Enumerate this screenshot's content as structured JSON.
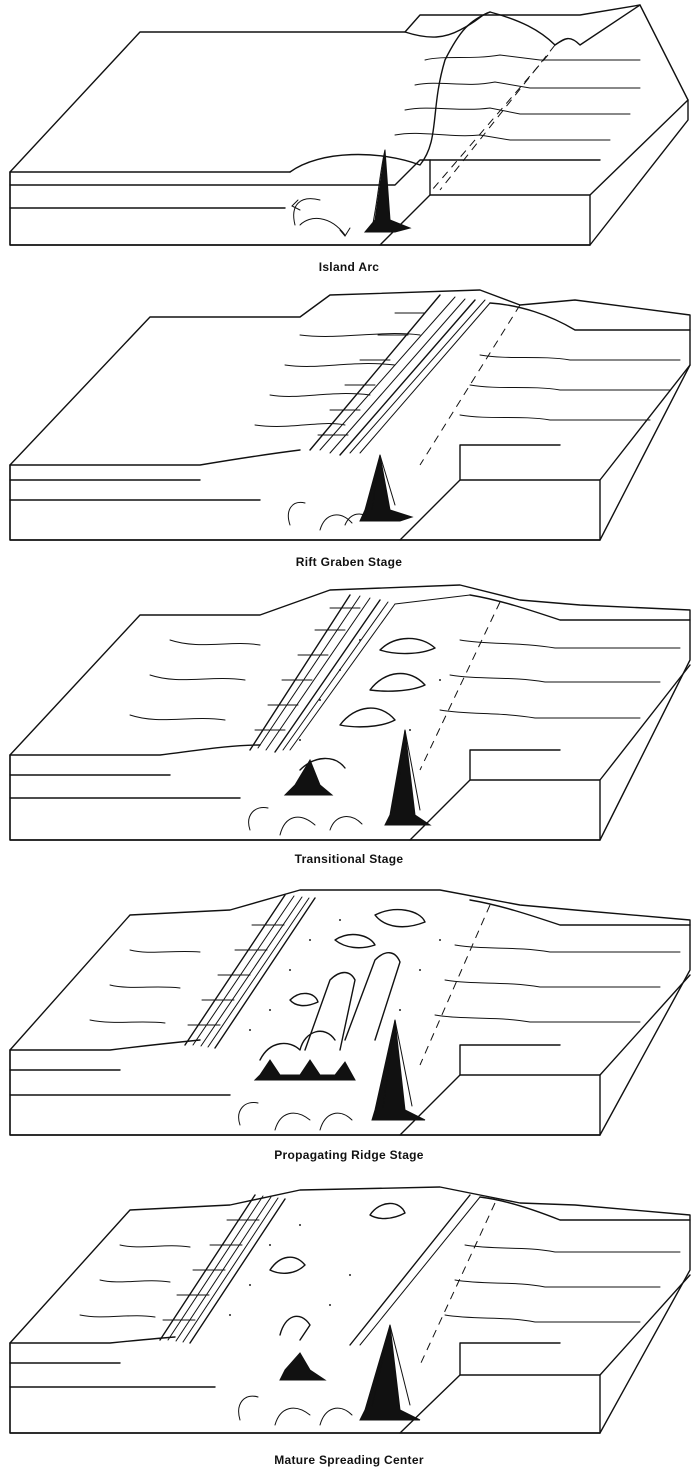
{
  "figure": {
    "panels": [
      {
        "caption": "Island Arc"
      },
      {
        "caption": "Rift Graben Stage"
      },
      {
        "caption": "Transitional Stage"
      },
      {
        "caption": "Propagating Ridge Stage"
      },
      {
        "caption": "Mature Spreading Center"
      }
    ]
  }
}
